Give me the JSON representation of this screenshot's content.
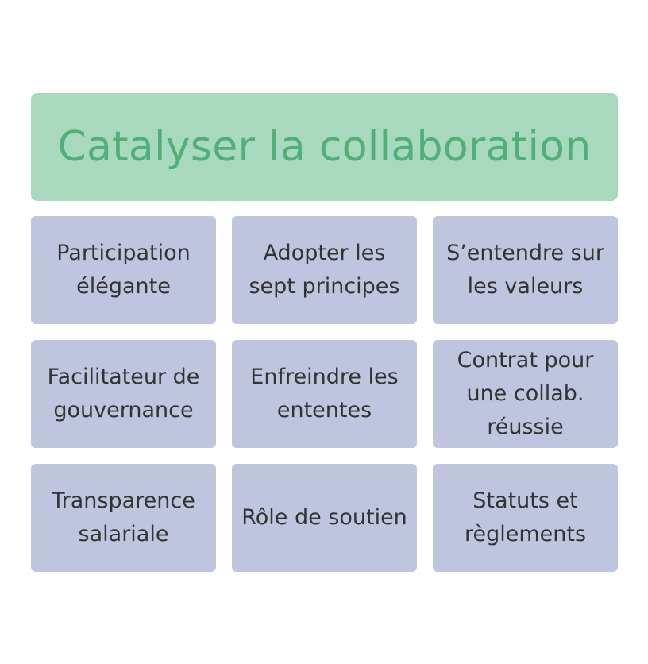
{
  "colors": {
    "header_bg": "#a8d8bd",
    "header_text": "#4fb07a",
    "card_bg": "#bfc5df",
    "card_text": "#333333"
  },
  "header": {
    "title": "Catalyser la collaboration"
  },
  "cards": [
    {
      "label": "Participation\nélégante"
    },
    {
      "label": "Adopter les\nsept principes"
    },
    {
      "label": "S’entendre sur\nles valeurs"
    },
    {
      "label": "Facilitateur de\ngouvernance"
    },
    {
      "label": "Enfreindre les\nententes"
    },
    {
      "label": "Contrat pour\nune collab.\nréussie"
    },
    {
      "label": "Transparence\nsalariale"
    },
    {
      "label": "Rôle de soutien"
    },
    {
      "label": "Statuts et\nrèglements"
    }
  ]
}
